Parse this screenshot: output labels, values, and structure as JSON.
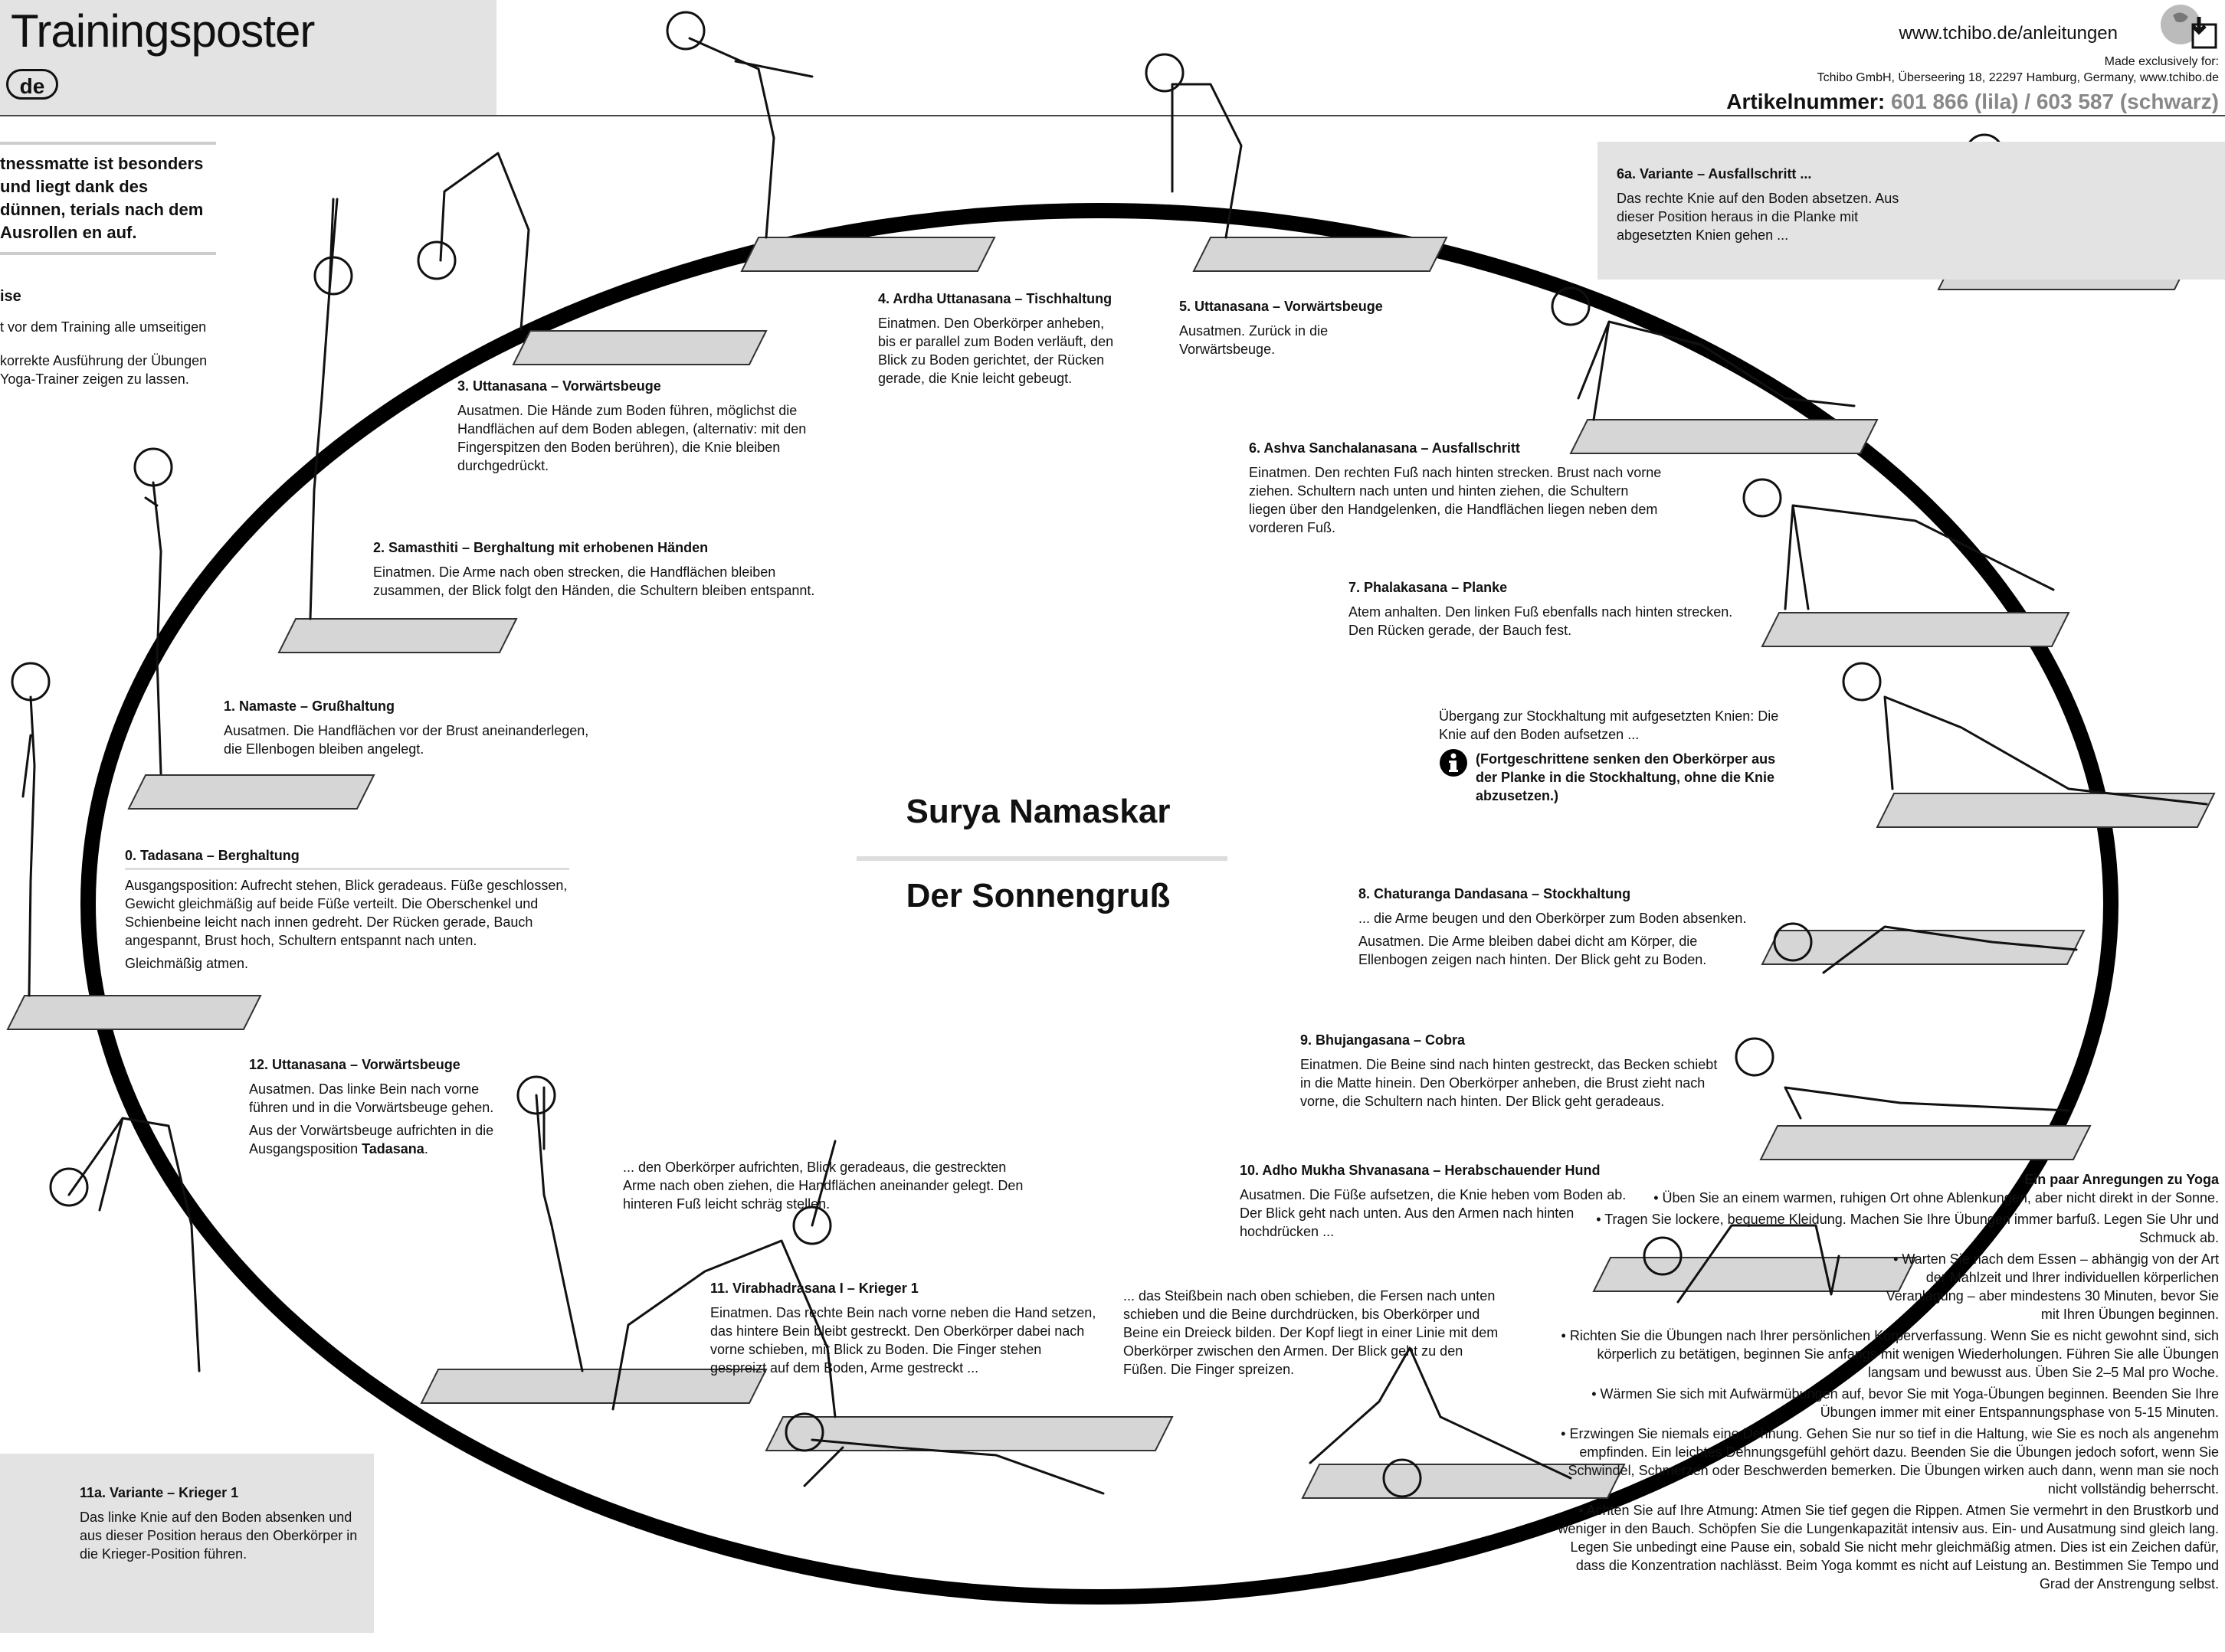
{
  "header": {
    "title": "Trainingsposter",
    "lang": "de",
    "url": "www.tchibo.de/anleitungen",
    "made_for": "Made exclusively for:",
    "company": "Tchibo GmbH, Überseering 18, 22297 Hamburg, Germany, www.tchibo.de",
    "artnr_label": "Artikelnummer:",
    "artnr_value": "601 866 (lila) / 603 587 (schwarz)"
  },
  "intro": {
    "text": "tnessmatte ist besonders und liegt dank des dünnen, terials nach dem Ausrollen en auf.",
    "heading": "ise",
    "p1": "t vor dem Training alle umseitigen",
    "p2": "korrekte Ausführung der Übungen Yoga-Trainer zeigen zu lassen."
  },
  "center": {
    "title": "Surya Namaskar",
    "subtitle": "Der Sonnengruß"
  },
  "steps": {
    "s0": {
      "title": "0. Tadasana – Berghaltung",
      "p1": "Ausgangsposition: Aufrecht stehen, Blick geradeaus. Füße geschlossen, Gewicht gleichmäßig auf beide Füße verteilt. Die Oberschenkel und Schienbeine leicht nach innen gedreht. Der Rücken gerade, Bauch angespannt, Brust hoch, Schultern entspannt nach unten.",
      "p2": "Gleichmäßig atmen."
    },
    "s1": {
      "title": "1. Namaste – Grußhaltung",
      "p1": "Ausatmen. Die Handflächen vor der Brust aneinanderlegen, die Ellenbogen bleiben angelegt."
    },
    "s2": {
      "title": "2. Samasthiti – Berghaltung mit erhobenen Händen",
      "p1": "Einatmen. Die Arme nach oben strecken, die Handflächen bleiben zusammen, der Blick folgt den Händen, die Schultern bleiben entspannt."
    },
    "s3": {
      "title": "3. Uttanasana – Vorwärtsbeuge",
      "p1": "Ausatmen. Die Hände zum Boden führen, möglichst die Handflächen auf dem Boden ablegen, (alternativ: mit den Fingerspitzen den Boden berühren), die Knie bleiben durchgedrückt."
    },
    "s4": {
      "title": "4. Ardha Uttanasana – Tischhaltung",
      "p1": "Einatmen. Den Oberkörper anheben, bis er parallel zum Boden verläuft, den Blick zu Boden gerichtet, der Rücken gerade, die Knie leicht gebeugt."
    },
    "s5": {
      "title": "5. Uttanasana – Vorwärtsbeuge",
      "p1": "Ausatmen. Zurück in die Vorwärtsbeuge."
    },
    "s6a": {
      "title": "6a. Variante – Ausfallschritt ...",
      "p1": "Das rechte Knie auf den Boden absetzen. Aus dieser Position heraus in die Planke mit abgesetzten Knien gehen ..."
    },
    "s6": {
      "title": "6. Ashva Sanchalanasana – Ausfallschritt",
      "p1": "Einatmen. Den rechten Fuß nach hinten strecken. Brust nach vorne ziehen. Schultern nach unten und hinten ziehen, die Schultern liegen über den Handgelenken, die Handflächen liegen neben dem vorderen Fuß."
    },
    "s7": {
      "title": "7. Phalakasana – Planke",
      "p1": "Atem anhalten. Den linken Fuß ebenfalls nach hinten strecken. Den Rücken gerade, der Bauch fest."
    },
    "s7b": {
      "p1": "Übergang zur Stockhaltung mit aufgesetzten Knien: Die Knie auf den Boden aufsetzen ...",
      "p2": "(Fortgeschrittene senken den Oberkörper aus der Planke in die Stockhaltung, ohne die Knie abzusetzen.)"
    },
    "s8": {
      "title": "8. Chaturanga Dandasana – Stockhaltung",
      "p1": "... die Arme beugen und den Oberkörper zum Boden absenken.",
      "p2": "Ausatmen. Die Arme bleiben dabei dicht am Körper, die Ellenbogen zeigen nach hinten. Der Blick geht zu Boden."
    },
    "s9": {
      "title": "9. Bhujangasana – Cobra",
      "p1": "Einatmen. Die Beine sind nach hinten gestreckt, das Becken schiebt in die Matte hinein. Den Oberkörper anheben, die Brust zieht nach vorne, die Schultern nach hinten. Der Blick geht geradeaus."
    },
    "s10": {
      "title": "10. Adho Mukha Shvanasana – Herabschauender Hund",
      "p1": "Ausatmen. Die Füße aufsetzen, die Knie heben vom Boden ab. Der Blick geht nach unten. Aus den Armen nach hinten hochdrücken ..."
    },
    "s10b": {
      "p1": "... das Steißbein nach oben schieben, die Fersen nach unten schieben und die Beine durchdrücken, bis Oberkörper und Beine ein Dreieck bilden. Der Kopf liegt in einer Linie mit dem Oberkörper zwischen den Armen. Der Blick geht zu den Füßen. Die Finger spreizen."
    },
    "s11": {
      "title": "11. Virabhadrasana I – Krieger 1",
      "p1": "Einatmen. Das rechte Bein nach vorne neben die Hand setzen, das hintere Bein bleibt gestreckt. Den Oberkörper dabei nach vorne schieben, mit Blick zu Boden. Die Finger stehen gespreizt auf dem Boden, Arme gestreckt ..."
    },
    "s11b": {
      "p1": "... den Oberkörper aufrichten, Blick geradeaus, die gestreckten Arme nach oben ziehen, die Handflächen aneinander gelegt. Den hinteren Fuß leicht schräg stellen."
    },
    "s11a": {
      "title": "11a. Variante – Krieger 1",
      "p1": "Das linke Knie auf den Boden absenken und aus dieser Position heraus den Oberkörper in die Krieger-Position führen."
    },
    "s12": {
      "title": "12. Uttanasana – Vorwärtsbeuge",
      "p1": "Ausatmen. Das linke Bein nach vorne führen und in die Vorwärtsbeuge gehen.",
      "p2a": "Aus der Vorwärtsbeuge aufrichten in die Ausgangsposition ",
      "p2b": "Tadasana",
      "p2c": "."
    }
  },
  "tips": {
    "title": "Ein paar Anregungen zu Yoga",
    "items": [
      "• Üben Sie an einem warmen, ruhigen Ort ohne Ablenkungen, aber nicht direkt in der Sonne.",
      "• Tragen Sie lockere, bequeme Kleidung. Machen Sie Ihre Übungen immer barfuß. Legen Sie Uhr und Schmuck ab.",
      "• Warten Sie nach dem Essen – abhängig von der Art der Mahlzeit und Ihrer individuellen körperlichen Veranlagung – aber mindestens 30 Minuten, bevor Sie mit Ihren Übungen beginnen.",
      "• Richten Sie die Übungen nach Ihrer persönlichen Körperverfassung. Wenn Sie es nicht gewohnt sind, sich körperlich zu betätigen, beginnen Sie anfangs mit wenigen Wiederholungen. Führen Sie alle Übungen langsam und bewusst aus. Üben Sie 2–5 Mal pro Woche.",
      "• Wärmen Sie sich mit Aufwärmübungen auf, bevor Sie mit Yoga-Übungen beginnen. Beenden Sie Ihre Übungen immer mit einer Entspannungsphase von 5-15 Minuten.",
      "• Erzwingen Sie niemals eine Dehnung. Gehen Sie nur so tief in die Haltung, wie Sie es noch als angenehm empfinden. Ein leichtes Dehnungsgefühl gehört dazu. Beenden Sie die Übungen jedoch sofort, wenn Sie Schwindel, Schmerzen oder Beschwerden bemerken. Die Übungen wirken auch dann, wenn man sie noch nicht vollständig beherrscht.",
      "• Achten Sie auf Ihre Atmung: Atmen Sie tief gegen die Rippen. Atmen Sie vermehrt in den Brustkorb und weniger in den Bauch. Schöpfen Sie die Lungenkapazität intensiv aus. Ein- und Ausatmung sind gleich lang. Legen Sie unbedingt eine Pause ein, sobald Sie nicht mehr gleichmäßig atmen. Dies ist ein Zeichen dafür, dass die Konzentration nachlässt. Beim Yoga kommt es nicht auf Leistung an. Bestimmen Sie Tempo und Grad der Anstrengung selbst."
    ]
  },
  "icons": [
    "download-book-icon",
    "info-icon",
    "yoga-figure-icon",
    "yoga-mat-icon"
  ]
}
